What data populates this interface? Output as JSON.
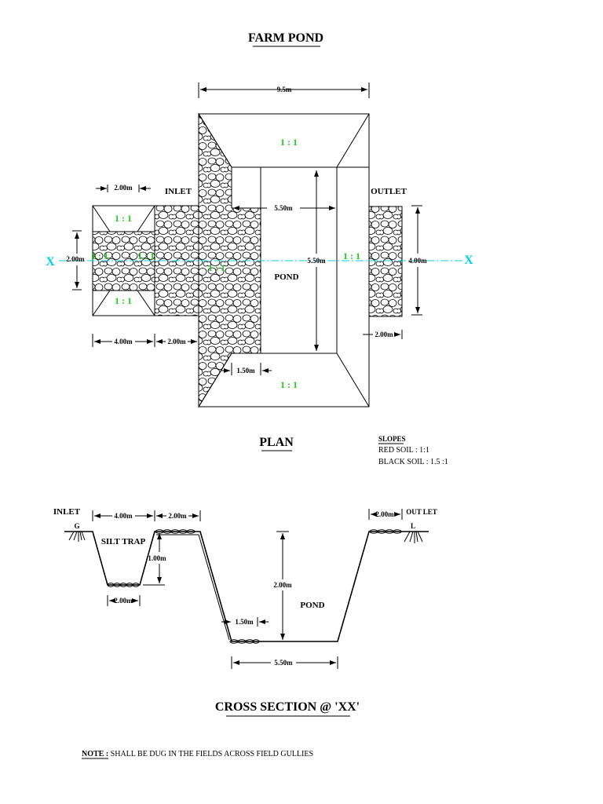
{
  "title": "FARM POND",
  "plan": {
    "title": "PLAN",
    "inlet_label": "INLET",
    "outlet_label": "OUTLET",
    "pond_label": "POND",
    "axis_label_left": "X",
    "axis_label_right": "X",
    "slope_labels": [
      "1 : 1",
      "1 : 1",
      "1 : 1",
      "1 : 1",
      "1 : 1",
      "1 : 1",
      "1 : 1",
      "1 : 1"
    ],
    "dims": {
      "overall_width": "9.5m",
      "inlet_top_width": "2.00m",
      "inner_width": "5.50m",
      "inner_height": "5.50m",
      "silt_trap_height": "2.00m",
      "outlet_height": "4.00m",
      "silt_trap_length": "4.00m",
      "inlet_channel": "2.00m",
      "outlet_width": "2.00m",
      "slope_offset": "1.50m"
    }
  },
  "slopes": {
    "heading": "SLOPES",
    "red_soil": "RED SOIL : 1:1",
    "black_soil": "BLACK SOIL : 1.5 :1"
  },
  "section": {
    "title": "CROSS SECTION @ 'XX'",
    "inlet_label": "INLET",
    "outlet_label": "OUT LET",
    "ground_left": "G",
    "ground_right": "L",
    "silt_trap_label": "SILT TRAP",
    "pond_label": "POND",
    "dims": {
      "silt_trap_top": "4.00m",
      "berm": "2.00m",
      "outlet_top": "2.00m",
      "silt_depth": "1.00m",
      "silt_bottom": "2.00m",
      "pond_depth": "2.00m",
      "slope_offset": "1.50m",
      "pond_bottom": "5.50m"
    }
  },
  "note": {
    "label": "NOTE :",
    "text": " SHALL BE DUG IN THE FIELDS ACROSS FIELD GULLIES"
  }
}
